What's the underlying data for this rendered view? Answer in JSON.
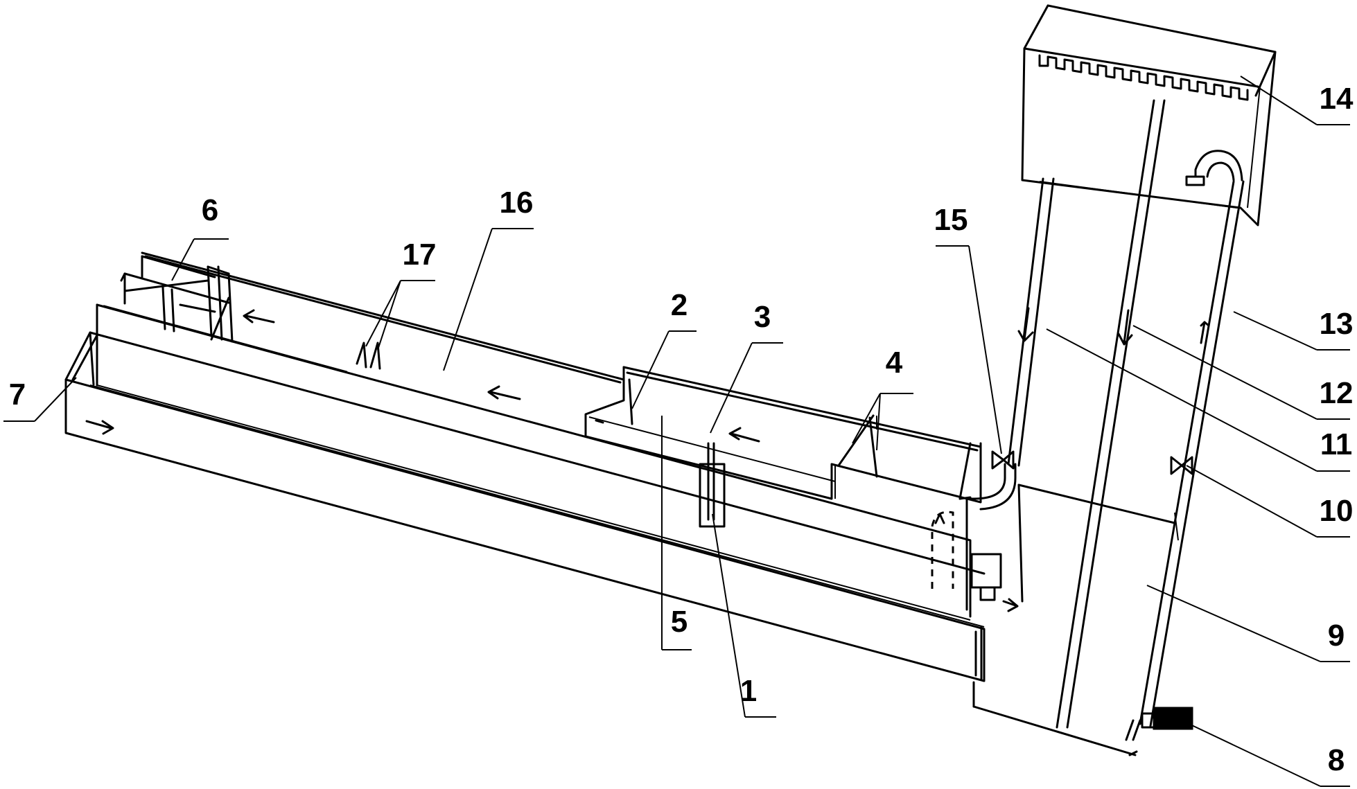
{
  "labels": {
    "l1": "1",
    "l2": "2",
    "l3": "3",
    "l4": "4",
    "l5": "5",
    "l6": "6",
    "l7": "7",
    "l8": "8",
    "l9": "9",
    "l10": "10",
    "l11": "11",
    "l12": "12",
    "l13": "13",
    "l14": "14",
    "l15": "15",
    "l16": "16",
    "l17": "17"
  },
  "colors": {
    "ink": "#000000",
    "background": "#ffffff"
  }
}
